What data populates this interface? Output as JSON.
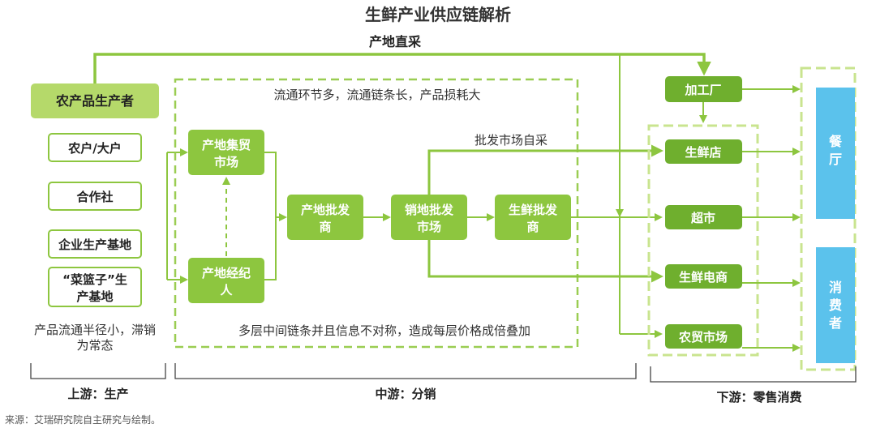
{
  "title": "生鲜产业供应链解析",
  "top_path_label": "产地直采",
  "upstream": {
    "header": "农产品生产者",
    "producers": [
      "农户/大户",
      "合作社",
      "企业生产基地"
    ],
    "basket_line1": "“菜篮子”生",
    "basket_line2": "产基地",
    "note_line1": "产品流通半径小，滞销",
    "note_line2": "为常态",
    "section_label": "上游：生产"
  },
  "midstream": {
    "top_note": "流通环节多，流通链条长，产品损耗大",
    "bottom_note": "多层中间链条并且信息不对称，造成每层价格成倍叠加",
    "market_label": "批发市场自采",
    "origin_market_line1": "产地集贸",
    "origin_market_line2": "市场",
    "origin_broker_line1": "产地经纪",
    "origin_broker_line2": "人",
    "origin_wholesaler_line1": "产地批发",
    "origin_wholesaler_line2": "商",
    "dest_wholesale_line1": "销地批发",
    "dest_wholesale_line2": "市场",
    "fresh_wholesaler_line1": "生鲜批发",
    "fresh_wholesaler_line2": "商",
    "section_label": "中游：分销"
  },
  "downstream": {
    "processing": "加工厂",
    "retail": [
      "生鲜店",
      "超市",
      "生鲜电商",
      "农贸市场"
    ],
    "restaurant": [
      "餐",
      "厅"
    ],
    "consumer": [
      "消",
      "费",
      "者"
    ],
    "section_label": "下游：零售消费"
  },
  "source": "来源：艾瑞研究院自主研究与绘制。",
  "colors": {
    "green": "#8DC63F",
    "dark_green": "#6FAF2E",
    "dash_green": "#9ACD52",
    "header_green": "#B5D96A",
    "blue": "#5BC2EC",
    "border": "#444444"
  }
}
